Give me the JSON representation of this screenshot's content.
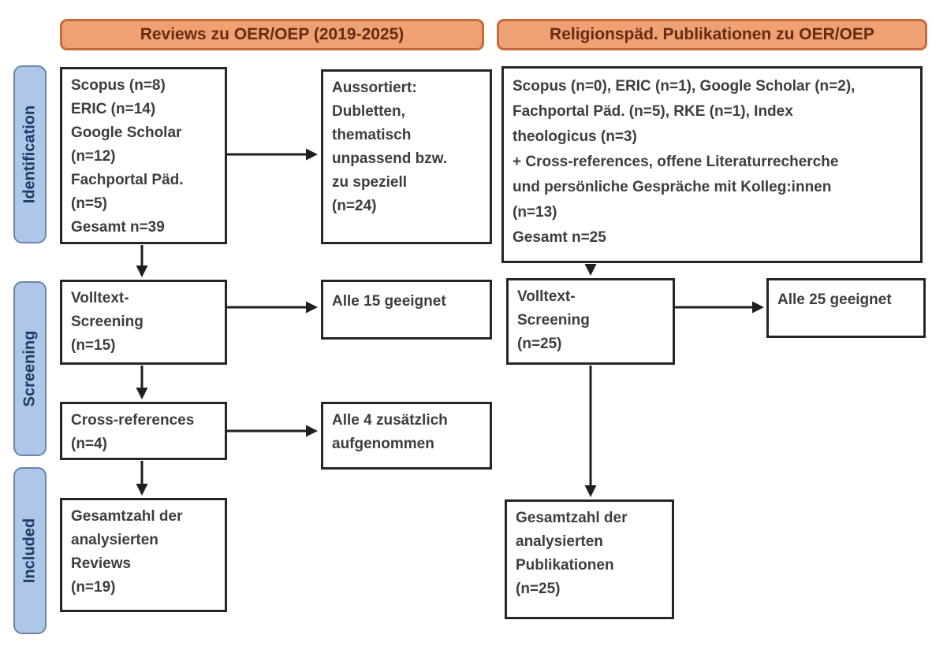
{
  "colors": {
    "header_fill": "#F0A173",
    "header_border": "#C76A3A",
    "header_text": "#652C12",
    "stage_fill": "#AEC6E8",
    "stage_border": "#6B84AD",
    "stage_text": "#1E3A66",
    "box_border": "#262626",
    "box_text": "#3D3D3D",
    "arrow": "#1F1F1F"
  },
  "headers": {
    "left": "Reviews zu OER/OEP (2019-2025)",
    "right": "Religionspäd. Publikationen zu OER/OEP"
  },
  "stages": {
    "identification": "Identification",
    "screening": "Screening",
    "included": "Included"
  },
  "boxes": {
    "sources_left": {
      "lines": [
        "Scopus (n=8)",
        "ERIC (n=14)",
        "Google Scholar",
        "(n=12)",
        "Fachportal Päd.",
        "(n=5)",
        "Gesamt n=39"
      ]
    },
    "excluded_left": {
      "lines": [
        "Aussortiert:",
        "Dubletten,",
        "thematisch",
        "unpassend bzw.",
        "zu speziell",
        "(n=24)"
      ]
    },
    "sources_right": {
      "lines": [
        "Scopus (n=0), ERIC (n=1), Google Scholar (n=2),",
        "Fachportal Päd. (n=5), RKE (n=1), Index",
        "theologicus (n=3)",
        "+ Cross-references, offene Literaturrecherche",
        "und persönliche Gespräche mit Kolleg:innen",
        "(n=13)",
        "Gesamt n=25"
      ]
    },
    "fulltext_left": {
      "lines": [
        "Volltext-",
        "Screening",
        "(n=15)"
      ]
    },
    "eligible_left": {
      "lines": [
        "Alle 15 geeignet"
      ]
    },
    "fulltext_right": {
      "lines": [
        "Volltext-",
        "Screening",
        "(n=25)"
      ]
    },
    "eligible_right": {
      "lines": [
        "Alle 25 geeignet"
      ]
    },
    "crossref_left": {
      "lines": [
        "Cross-references",
        "(n=4)"
      ]
    },
    "crossref_added": {
      "lines": [
        "Alle 4 zusätzlich",
        "aufgenommen"
      ]
    },
    "included_left": {
      "lines": [
        "Gesamtzahl der",
        "analysierten",
        "Reviews",
        "(n=19)"
      ]
    },
    "included_right": {
      "lines": [
        "Gesamtzahl der",
        "analysierten",
        "Publikationen",
        "(n=25)"
      ]
    }
  }
}
